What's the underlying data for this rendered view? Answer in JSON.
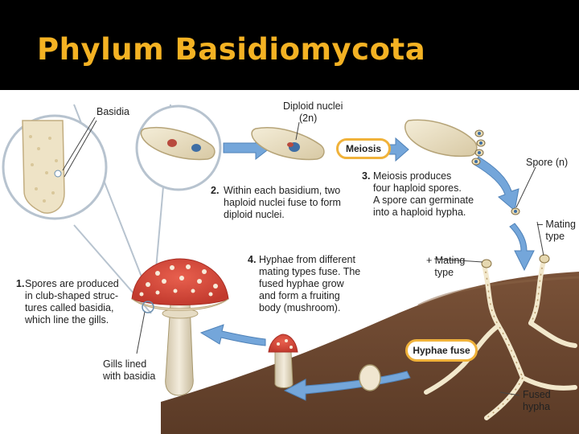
{
  "title": "Phylum Basidiomycota",
  "colors": {
    "title": "#f4b223",
    "background_header": "#000000",
    "arrow": "#6fa3d8",
    "soil": "#6e4a32",
    "cap_red": "#d9473a",
    "pill_border": "#f0b23a"
  },
  "labels": {
    "basidia": "Basidia",
    "diploid_nuclei": "Diploid nuclei",
    "diploid_2n": "(2n)",
    "meiosis": "Meiosis",
    "spore_n": "Spore (n)",
    "step2_num": "2.",
    "step2_text": "Within each basidium, two\nhaploid nuclei fuse to form\ndiploid nuclei.",
    "step3_num": "3.",
    "step3_text": "Meiosis produces\nfour haploid spores.\nA spore can germinate\ninto a haploid hypha.",
    "mating_minus": "– Mating\n   type",
    "mating_plus": "+ Mating\n   type",
    "step1_num": "1.",
    "step1_text": "Spores are produced\nin club-shaped struc-\ntures called basidia,\nwhich line the gills.",
    "step4_num": "4.",
    "step4_text": "Hyphae from different\nmating types fuse. The\nfused hyphae grow\nand form a fruiting\nbody (mushroom).",
    "hyphae_fuse": "Hyphae fuse",
    "gills_lined": "Gills lined\nwith basidia",
    "fused_hypha": "Fused\nhypha"
  }
}
